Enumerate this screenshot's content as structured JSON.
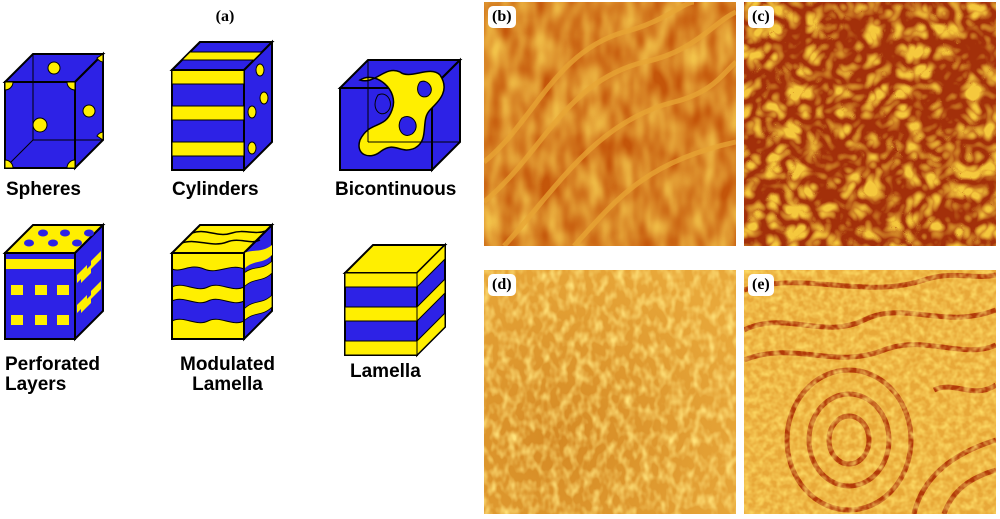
{
  "figure": {
    "panel_a_label": "(a)",
    "morphologies": [
      {
        "id": "spheres",
        "label": "Spheres"
      },
      {
        "id": "cylinders",
        "label": "Cylinders"
      },
      {
        "id": "bicontinuous",
        "label": "Bicontinuous"
      },
      {
        "id": "perforated-layers",
        "label": "Perforated\nLayers"
      },
      {
        "id": "modulated-lamella",
        "label": "Modulated\nLamella"
      },
      {
        "id": "lamella",
        "label": "Lamella"
      }
    ],
    "afm_panels": [
      {
        "id": "b",
        "label": "(b)"
      },
      {
        "id": "c",
        "label": "(c)"
      },
      {
        "id": "d",
        "label": "(d)"
      },
      {
        "id": "e",
        "label": "(e)"
      }
    ]
  },
  "colors": {
    "blue_phase": "#2d22e6",
    "yellow_phase": "#ffef00",
    "outline": "#000000",
    "afm_dark": "#b33a05",
    "afm_light": "#f0c040",
    "afm_mid": "#d98a1f"
  }
}
